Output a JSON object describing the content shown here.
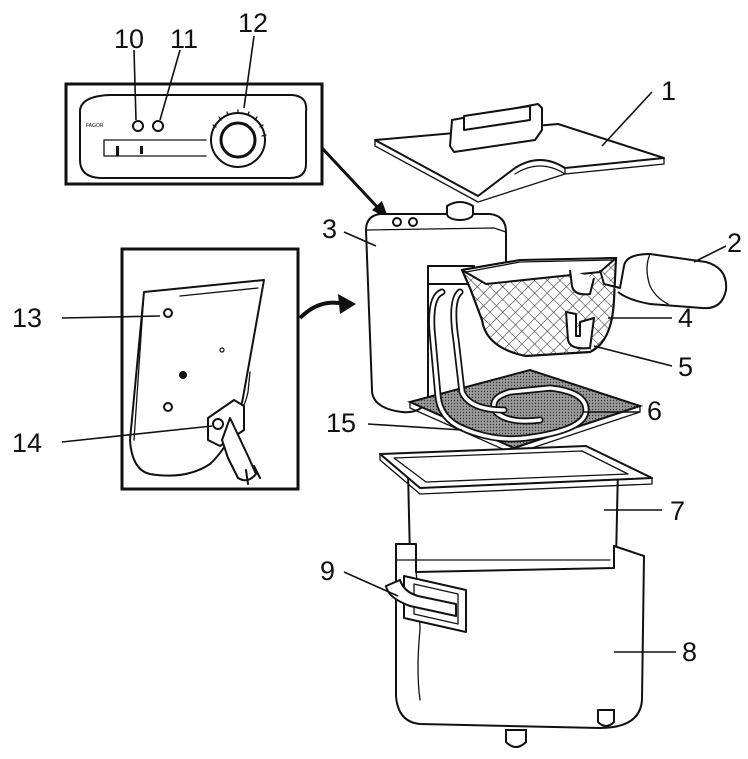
{
  "diagram": {
    "callouts": [
      {
        "id": "1",
        "label": "1"
      },
      {
        "id": "2",
        "label": "2"
      },
      {
        "id": "3",
        "label": "3"
      },
      {
        "id": "4",
        "label": "4"
      },
      {
        "id": "5",
        "label": "5"
      },
      {
        "id": "6",
        "label": "6"
      },
      {
        "id": "7",
        "label": "7"
      },
      {
        "id": "8",
        "label": "8"
      },
      {
        "id": "9",
        "label": "9"
      },
      {
        "id": "10",
        "label": "10"
      },
      {
        "id": "11",
        "label": "11"
      },
      {
        "id": "12",
        "label": "12"
      },
      {
        "id": "13",
        "label": "13"
      },
      {
        "id": "14",
        "label": "14"
      },
      {
        "id": "15",
        "label": "15"
      }
    ],
    "brand_mark": "FAGOR"
  }
}
